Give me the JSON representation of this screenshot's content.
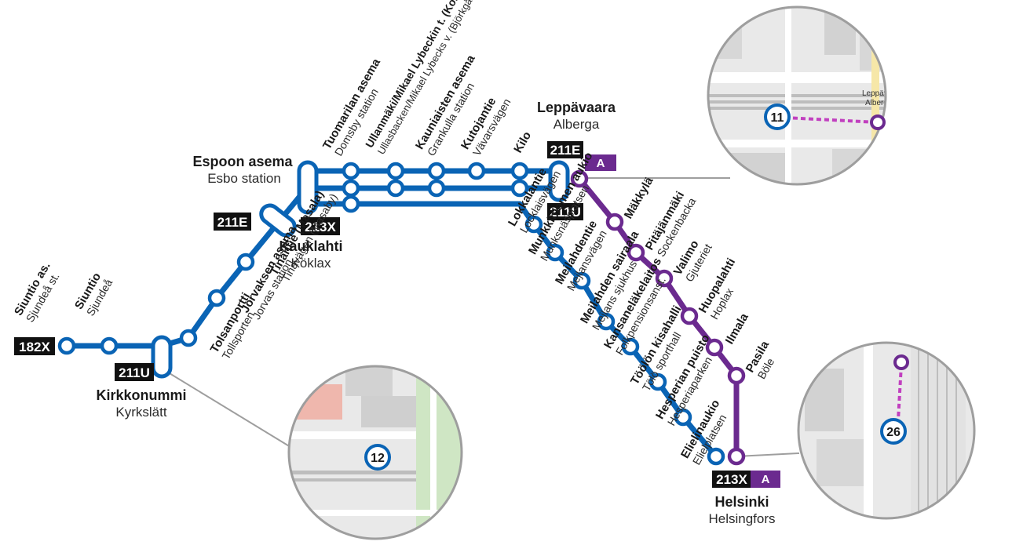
{
  "colors": {
    "blue_line": "#0a64b5",
    "purple_line": "#6b2a8f",
    "purple_dashed": "#c13fbf",
    "badge_black": "#111111",
    "inset_road": "#ffffff",
    "inset_bg": "#e8e8e8"
  },
  "badges": {
    "b182x": "182X",
    "b211u_west": "211U",
    "b211e_west": "211E",
    "b213x_west": "213X",
    "b211e_east": "211E",
    "b211u_east": "211U",
    "a_east": "A",
    "b213x_hki": "213X",
    "a_hki": "A"
  },
  "stations": {
    "siuntio_as": {
      "main": "Siuntio as.",
      "sub": "Sjundeå st."
    },
    "siuntio": {
      "main": "Siuntio",
      "sub": "Sjundeå"
    },
    "kirkkonummi": {
      "main": "Kirkkonummi",
      "sub": "Kyrkslätt"
    },
    "tolsanportti": {
      "main": "Tolsanportti",
      "sub": "Tollsporten"
    },
    "jorvaksen_asema": {
      "main": "Jorvaksen asema",
      "sub": "Jorvas station"
    },
    "tinantie": {
      "main": "Tinantie (Masala)",
      "sub": "Tinavägen (Masaby)"
    },
    "kauklahti": {
      "main": "Kauklahti",
      "sub": "Köklax"
    },
    "espoon_asema": {
      "main": "Espoon asema",
      "sub": "Esbo station"
    },
    "tuomarilan_asema": {
      "main": "Tuomarilan asema",
      "sub": "Domsby station"
    },
    "ullanmaki": {
      "main": "Ullanmäki/Mikael Lybeckin t. (Koivuhovi)",
      "sub": "Ullasbacken/Mikael Lybecks v. (Björkgård)"
    },
    "kauniaisten_asema": {
      "main": "Kauniaisten asema",
      "sub": "Grankulla station"
    },
    "kutojantie": {
      "main": "Kutojantie",
      "sub": "Vävarsvägen"
    },
    "kilo": {
      "main": "Kilo",
      "sub": ""
    },
    "leppavaara": {
      "main": "Leppävaara",
      "sub": "Alberga"
    },
    "makkyla": {
      "main": "Mäkkylä",
      "sub": ""
    },
    "pitajanmaki": {
      "main": "Pitäjänmäki",
      "sub": "Sockenbacka"
    },
    "valimo": {
      "main": "Valimo",
      "sub": "Gjuteriet"
    },
    "huopalahti": {
      "main": "Huopalahti",
      "sub": "Hoplax"
    },
    "ilmala": {
      "main": "Ilmala",
      "sub": ""
    },
    "pasila": {
      "main": "Pasila",
      "sub": "Böle"
    },
    "helsinki": {
      "main": "Helsinki",
      "sub": "Helsingfors"
    },
    "lokkalantie": {
      "main": "Lokkalantie",
      "sub": "Locklaisvägen"
    },
    "munkkiniemen_aukio": {
      "main": "Munkkiniemen aukio",
      "sub": "Munksnäsplatsen"
    },
    "meilahdentie": {
      "main": "Meilahdentie",
      "sub": "Mejlansvägen"
    },
    "meilahden_sairaala": {
      "main": "Meilahden sairaala",
      "sub": "Mejlans sjukhus"
    },
    "kansanelakelaitos": {
      "main": "Kansaneläkelaitos",
      "sub": "Folkpensionsanst."
    },
    "toolon_kisahalli": {
      "main": "Töölön kisahalli",
      "sub": "Tölö sporthall"
    },
    "hesperian_puisto": {
      "main": "Hesperian puisto",
      "sub": "Hesperiaparken"
    },
    "elielinaukio": {
      "main": "Elielinaukio",
      "sub": "Elielplatsen"
    }
  },
  "insets": {
    "leppavaara": {
      "platform": "11",
      "street_a": "Leppävaara",
      "street_b": "Alberga"
    },
    "kirkkonummi": {
      "platform": "12"
    },
    "helsinki": {
      "platform": "26"
    }
  }
}
